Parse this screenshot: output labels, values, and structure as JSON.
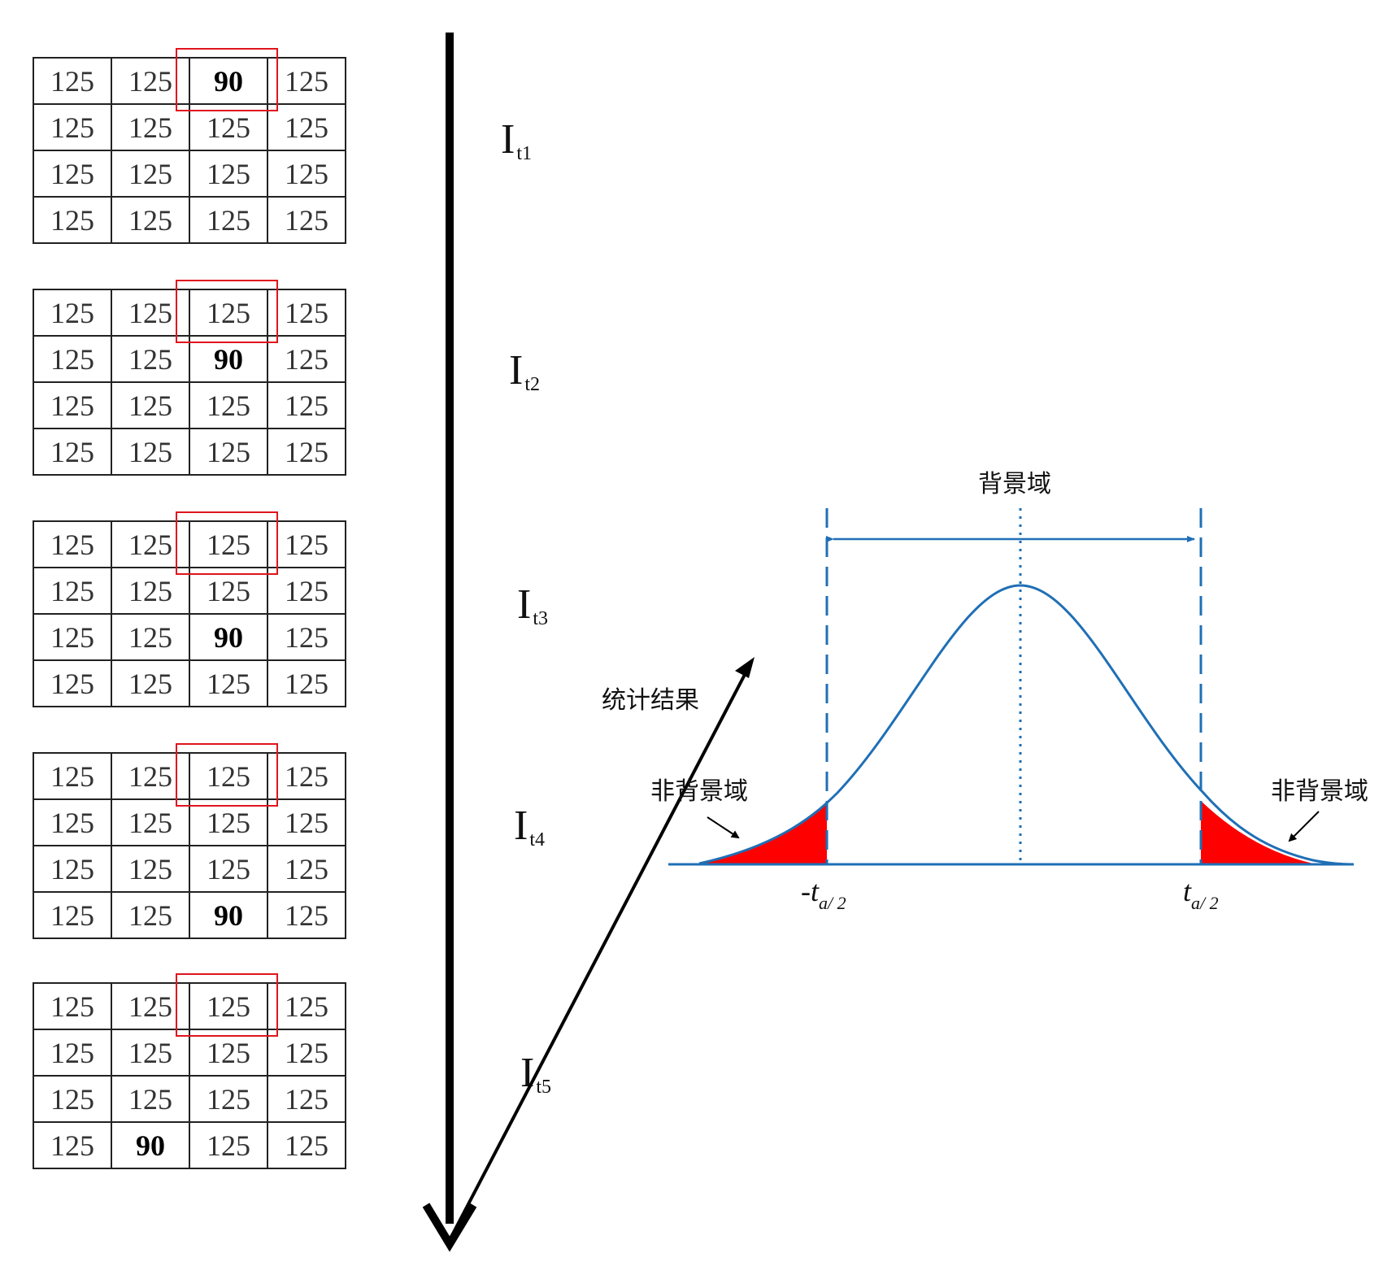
{
  "frames": [
    {
      "label": "I",
      "label_sub": "t1",
      "rows": [
        [
          "125",
          "125",
          "90",
          "125"
        ],
        [
          "125",
          "125",
          "125",
          "125"
        ],
        [
          "125",
          "125",
          "125",
          "125"
        ],
        [
          "125",
          "125",
          "125",
          "125"
        ]
      ],
      "bold": [
        [
          0,
          2
        ]
      ]
    },
    {
      "label": "I",
      "label_sub": "t2",
      "rows": [
        [
          "125",
          "125",
          "125",
          "125"
        ],
        [
          "125",
          "125",
          "90",
          "125"
        ],
        [
          "125",
          "125",
          "125",
          "125"
        ],
        [
          "125",
          "125",
          "125",
          "125"
        ]
      ],
      "bold": [
        [
          1,
          2
        ]
      ]
    },
    {
      "label": "I",
      "label_sub": "t3",
      "rows": [
        [
          "125",
          "125",
          "125",
          "125"
        ],
        [
          "125",
          "125",
          "125",
          "125"
        ],
        [
          "125",
          "125",
          "90",
          "125"
        ],
        [
          "125",
          "125",
          "125",
          "125"
        ]
      ],
      "bold": [
        [
          2,
          2
        ]
      ]
    },
    {
      "label": "I",
      "label_sub": "t4",
      "rows": [
        [
          "125",
          "125",
          "125",
          "125"
        ],
        [
          "125",
          "125",
          "125",
          "125"
        ],
        [
          "125",
          "125",
          "125",
          "125"
        ],
        [
          "125",
          "125",
          "90",
          "125"
        ]
      ],
      "bold": [
        [
          3,
          2
        ]
      ]
    },
    {
      "label": "I",
      "label_sub": "t5",
      "rows": [
        [
          "125",
          "125",
          "125",
          "125"
        ],
        [
          "125",
          "125",
          "125",
          "125"
        ],
        [
          "125",
          "125",
          "125",
          "125"
        ],
        [
          "125",
          "90",
          "125",
          "125"
        ]
      ],
      "bold": [
        [
          3,
          1
        ]
      ]
    }
  ],
  "labels": {
    "background_region": "背景域",
    "statistics_result": "统计结果",
    "non_background_left": "非背景域",
    "non_background_right": "非背景域",
    "left_threshold": "-t",
    "left_threshold_sub": "a/ 2",
    "right_threshold": "t",
    "right_threshold_sub": "a/ 2"
  },
  "colors": {
    "curve": "#1f6fb5",
    "tail_fill": "#ff0000",
    "highlight_box": "#e0141e",
    "arrow": "#000000"
  }
}
